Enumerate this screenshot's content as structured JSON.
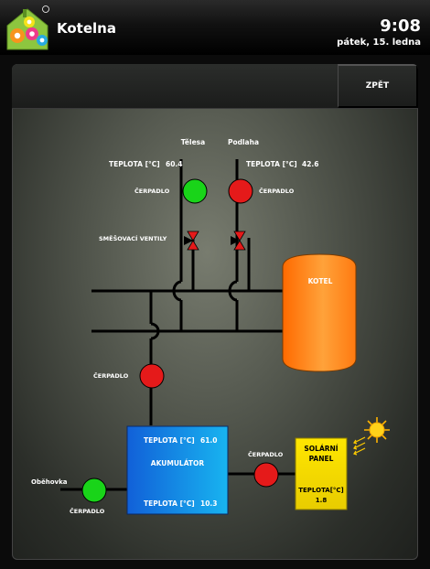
{
  "header": {
    "title": "Kotelna",
    "time": "9:08",
    "date": "pátek, 15. ledna"
  },
  "panel": {
    "back_label": "ZPĚT"
  },
  "schema": {
    "circuit_left": {
      "name": "Tělesa",
      "temp_label": "TEPLOTA [°C]",
      "temp_value": "60.4",
      "pump_label": "ČERPADLO",
      "pump_state": "on"
    },
    "circuit_right": {
      "name": "Podlaha",
      "temp_label": "TEPLOTA [°C]",
      "temp_value": "42.6",
      "pump_label": "ČERPADLO",
      "pump_state": "off"
    },
    "mixing_valves_label": "SMĚŠOVACÍ VENTILY",
    "boiler_label": "KOTEL",
    "boiler_pump": {
      "label": "ČERPADLO",
      "state": "off"
    },
    "accumulator": {
      "label": "AKUMULÁTOR",
      "top_temp_label": "TEPLOTA [°C]",
      "top_temp_value": "61.0",
      "bottom_temp_label": "TEPLOTA [°C]",
      "bottom_temp_value": "10.3"
    },
    "circulation": {
      "label": "Oběhovka",
      "pump_label": "ČERPADLO",
      "pump_state": "on"
    },
    "solar_pump": {
      "label": "ČERPADLO",
      "state": "off"
    },
    "solar_panel": {
      "label_line1": "SOLÁRNÍ",
      "label_line2": "PANEL",
      "temp_label": "TEPLOTA[°C]",
      "temp_value": "1.8"
    }
  },
  "colors": {
    "pump_on": "#19d419",
    "pump_off": "#e51a1a",
    "accumulator": "#1e8fe8",
    "solar_panel": "#f4e10e",
    "boiler": "#ff8a1a"
  }
}
